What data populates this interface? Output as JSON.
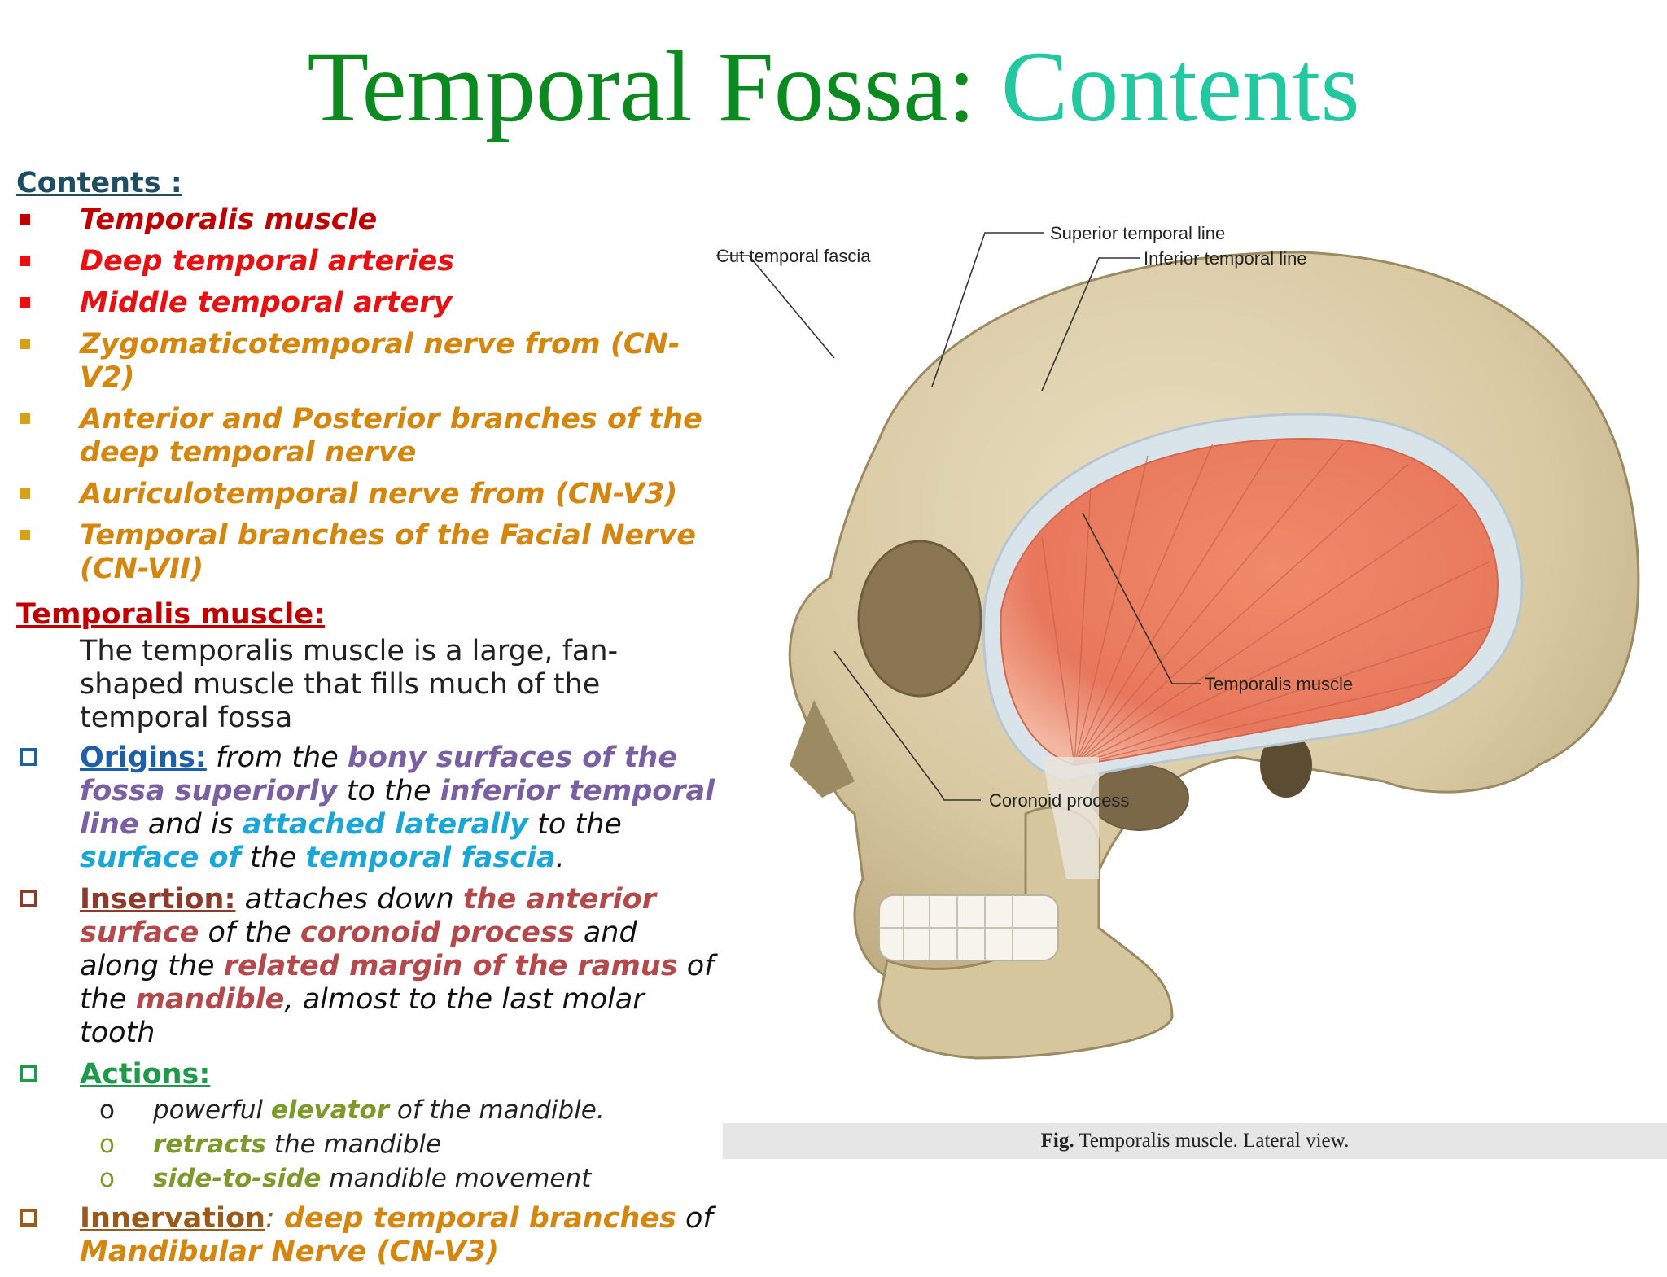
{
  "title": {
    "part1": "Temporal Fossa:",
    "part2": "Contents"
  },
  "contents": {
    "heading": "Contents :",
    "items": [
      {
        "text": "Temporalis muscle",
        "color": "#c00000"
      },
      {
        "text": "Deep temporal arteries",
        "color": "#e81010"
      },
      {
        "text": "Middle temporal artery",
        "color": "#e81010"
      },
      {
        "text": "Zygomaticotemporal nerve from (CN-V2)",
        "color": "#d4860f"
      },
      {
        "text": "Anterior and Posterior branches of the deep temporal nerve",
        "color": "#d4860f"
      },
      {
        "text": "Auriculotemporal nerve from (CN-V3)",
        "color": "#d4860f"
      },
      {
        "text": "Temporal branches of the Facial Nerve (CN-VII)",
        "color": "#d4860f"
      }
    ]
  },
  "temporalis": {
    "heading": "Temporalis muscle:",
    "description": "The temporalis muscle is a large, fan-shaped muscle that fills much of the temporal fossa"
  },
  "origins": {
    "label": "Origins:",
    "t1": " from the ",
    "h1": "bony surfaces of the fossa superiorly",
    "t2": " to the ",
    "h2": "inferior temporal line",
    "t3": " and is ",
    "h3": "attached laterally",
    "t4": " to the ",
    "h4": "surface of",
    "t5": " the ",
    "h5": "temporal fascia",
    "t6": "."
  },
  "insertion": {
    "label": "Insertion:",
    "t1": " attaches down ",
    "h1": "the anterior surface",
    "t2": " of the ",
    "h2": "coronoid process",
    "t3": " and along the ",
    "h3": "related margin of the ramus",
    "t4": " of the ",
    "h4": "mandible",
    "t5": ", almost to the last molar tooth"
  },
  "actions": {
    "label": "Actions:",
    "items": [
      {
        "pre": " powerful ",
        "hl": "elevator",
        "post": " of the mandible."
      },
      {
        "pre": "",
        "hl": "retracts",
        "post": " the mandible"
      },
      {
        "pre": "",
        "hl": "side-to-side",
        "post": " mandible movement"
      }
    ]
  },
  "innervation": {
    "label": "Innervation",
    "colon": ": ",
    "hl": "deep temporal branches",
    "t1": " of ",
    "hl2": "Mandibular Nerve (CN-V3)"
  },
  "figure": {
    "labels": {
      "superior": "Superior temporal line",
      "inferior": "Inferior temporal line",
      "fascia": "Cut temporal fascia",
      "muscle": "Temporalis muscle",
      "coronoid": "Coronoid process"
    },
    "caption_fig": "Fig.",
    "caption_text": " Temporalis muscle. Lateral view."
  },
  "colors": {
    "title_green": "#0b8a1f",
    "title_teal": "#22c9a0",
    "origins_blue": "#1f5fa8",
    "purple": "#7a5fa3",
    "cyan": "#1aa7d8",
    "insertion_brown": "#8e3a2b",
    "insertion_red": "#b5484a",
    "actions_green": "#1f9a4a",
    "olive": "#7c9a2a",
    "innervation_brown": "#9a5a1a",
    "orange": "#d4860f"
  }
}
